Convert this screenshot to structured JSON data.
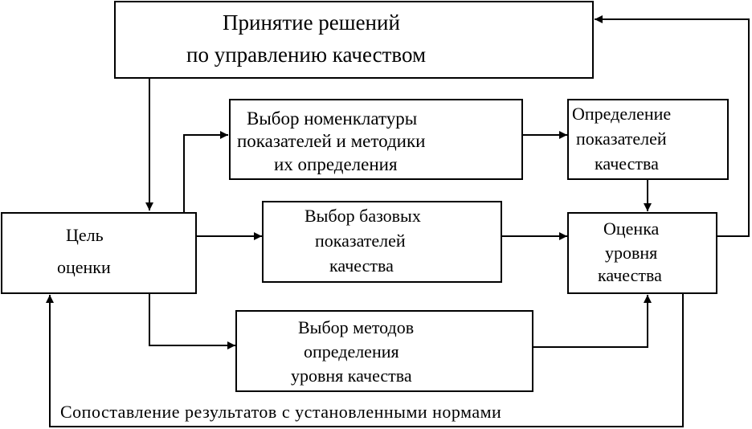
{
  "colors": {
    "stroke": "#000000",
    "background": "#ffffff"
  },
  "boxes": {
    "decision": {
      "line1": "Принятие решений",
      "line2": "по управлению качеством"
    },
    "nomenclature": {
      "line1": "Выбор номенклатуры",
      "line2": "показателей и методики",
      "line3": "их определения"
    },
    "determination": {
      "line1": "Определение",
      "line2": "показателей",
      "line3": "качества"
    },
    "goal": {
      "line1": "Цель",
      "line2": "оценки"
    },
    "base": {
      "line1": "Выбор базовых",
      "line2": "показателей",
      "line3": "качества"
    },
    "assessment": {
      "line1": "Оценка",
      "line2": "уровня",
      "line3": "качества"
    },
    "methods": {
      "line1": "Выбор методов",
      "line2": "определения",
      "line3": "уровня качества"
    }
  },
  "feedback_label": "Сопоставление результатов с установленными нормами"
}
